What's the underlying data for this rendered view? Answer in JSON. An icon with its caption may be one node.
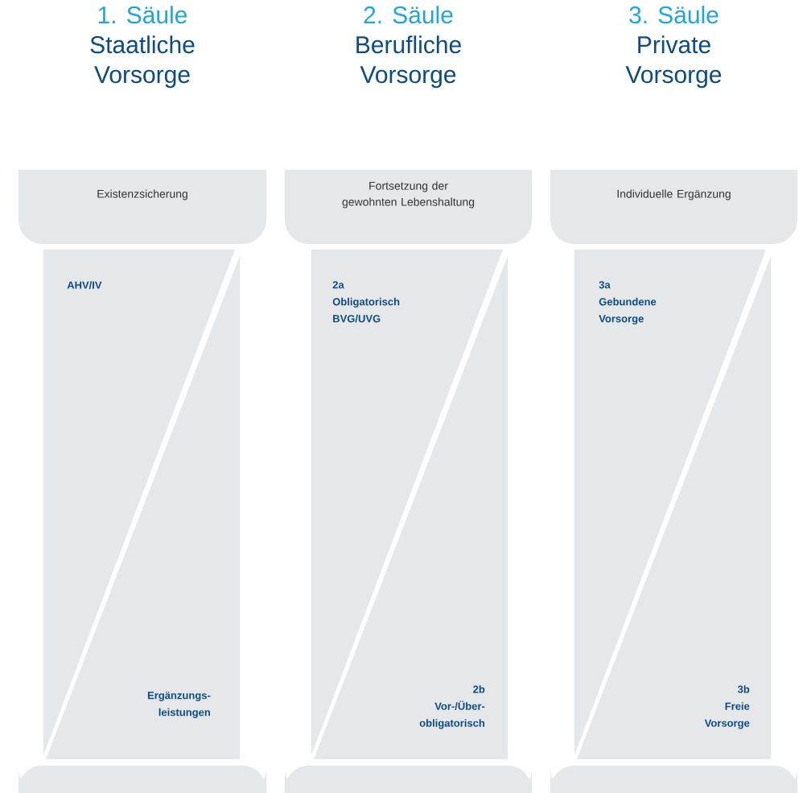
{
  "diagram": {
    "nodes": [
      {
        "text": [
          "Existenzsicherung"
        ]
      },
      {
        "text": [
          "AHV/IV"
        ]
      },
      {
        "text": [
          "Ergänzungs- leistungen"
        ]
      },
      {
        "text": [],
        "shape": "box"
      },
      {
        "text": [
          "Fortsetzung der gewohnten Lebenshaltung"
        ]
      },
      {
        "text": [
          "2a",
          "Obligatorisch BVG/UVG"
        ]
      },
      {
        "text": [
          "2b",
          "Vor-/Über- obligatorisch"
        ]
      },
      {
        "text": [],
        "shape": "box"
      },
      {
        "text": [
          "Individuelle Ergänzung"
        ]
      },
      {
        "text": [
          "3a",
          "Gebundene Vorsorge"
        ]
      },
      {
        "text": [
          "3b",
          "Freie Vorsorge"
        ]
      },
      {
        "text": [],
        "shape": "box"
      }
    ],
    "labels": [
      "1. Säule",
      "Staatliche Vorsorge",
      "2. Säule",
      "Berufliche Vorsorge",
      "3. Säule",
      "Private Vorsorge"
    ]
  }
}
